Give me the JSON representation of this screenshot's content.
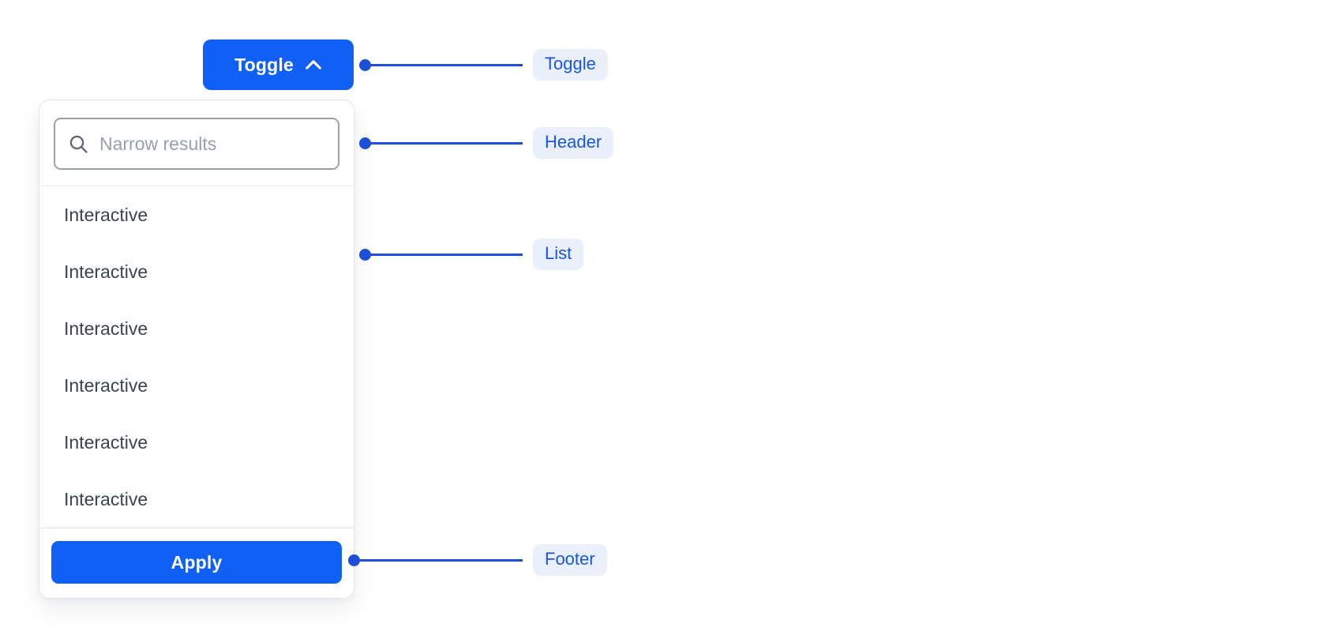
{
  "component": "dropdown-anatomy-demo",
  "toggle": {
    "label": "Toggle",
    "icon": "chevron-up-icon"
  },
  "dropdown": {
    "search": {
      "icon": "search-icon",
      "placeholder": "Narrow results",
      "value": ""
    },
    "items": [
      "Interactive",
      "Interactive",
      "Interactive",
      "Interactive",
      "Interactive",
      "Interactive"
    ],
    "footer": {
      "apply_label": "Apply"
    }
  },
  "annotations": [
    {
      "label": "Toggle",
      "target": "toggle-button"
    },
    {
      "label": "Header",
      "target": "search-header"
    },
    {
      "label": "List",
      "target": "options-list"
    },
    {
      "label": "Footer",
      "target": "footer-apply"
    }
  ],
  "colors": {
    "primary_blue": "#1160F5",
    "annotation_blue": "#1C4ED8",
    "badge_background": "#E9F0FC",
    "badge_text": "#1A56DB",
    "item_text": "#3A4350",
    "placeholder_text": "#98A0AD",
    "input_border": "#99A1AE",
    "panel_border": "#E4E6EB",
    "divider": "#E9EAEE"
  }
}
